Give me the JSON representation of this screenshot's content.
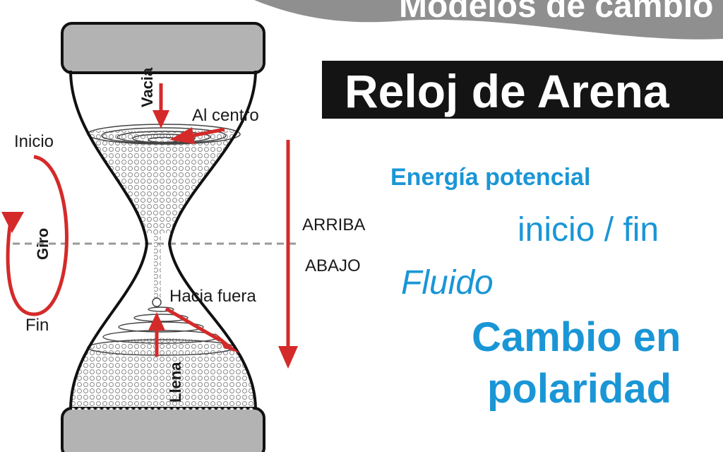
{
  "header": {
    "banner_text": "Modelos de cambio",
    "title": "Reloj de Arena"
  },
  "hourglass": {
    "top_label": "Vacia",
    "center_label": "Al centro",
    "out_label": "Hacia fuera",
    "bottom_label": "Llena"
  },
  "rotation": {
    "start_label": "Inicio",
    "turn_label": "Giro",
    "end_label": "Fin"
  },
  "axis": {
    "up_label": "ARRIBA",
    "down_label": "ABAJO"
  },
  "concepts": {
    "energy": "Energía potencial",
    "start_end": "inicio / fin",
    "fluid": "Fluido",
    "change_line1": "Cambio en",
    "change_line2": "polaridad"
  },
  "colors": {
    "accent": "#1a96d6",
    "arrow": "#d42a2a",
    "banner": "#8f8f8f",
    "title_box": "#141414",
    "frame": "#b3b3b3"
  }
}
